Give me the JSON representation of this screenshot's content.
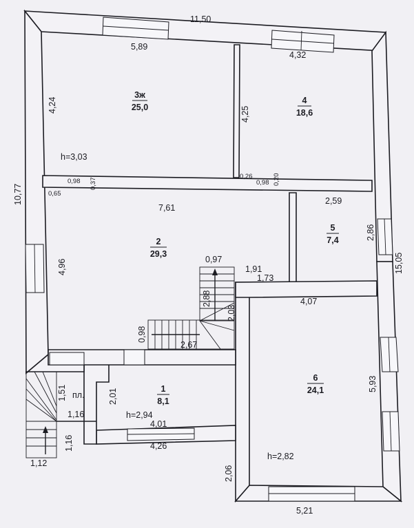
{
  "rooms": [
    {
      "num": "3ж",
      "area": "25,0"
    },
    {
      "num": "4",
      "area": "18,6"
    },
    {
      "num": "2",
      "area": "29,3"
    },
    {
      "num": "5",
      "area": "7,4"
    },
    {
      "num": "1",
      "area": "8,1"
    },
    {
      "num": "6",
      "area": "24,1"
    }
  ],
  "heights": {
    "h1": "h=3,03",
    "h2": "h=2,94",
    "h3": "h=2,82"
  },
  "labels": {
    "landing": "пл."
  },
  "dims": {
    "d_11_50": "11,50",
    "d_5_89": "5,89",
    "d_4_32": "4,32",
    "d_4_24": "4,24",
    "d_4_25": "4,25",
    "d_10_77": "10,77",
    "d_0_98a": "0,98",
    "d_0_37": "0,37",
    "d_0_65": "0,65",
    "d_0_26": "0,26",
    "d_0_98b": "0,98",
    "d_0_20": "0,20",
    "d_7_61": "7,61",
    "d_2_59": "2,59",
    "d_2_86": "2,86",
    "d_15_05": "15,05",
    "d_4_96": "4,96",
    "d_0_97": "0,97",
    "d_1_91": "1,91",
    "d_1_73": "1,73",
    "d_2_88": "2,88",
    "d_2_03": "2,03",
    "d_4_07": "4,07",
    "d_0_98c": "0,98",
    "d_2_67": "2,67",
    "d_1_51": "1,51",
    "d_2_01": "2,01",
    "d_1_16a": "1,16",
    "d_4_01": "4,01",
    "d_5_93": "5,93",
    "d_1_16b": "1,16",
    "d_4_26": "4,26",
    "d_1_12": "1,12",
    "d_2_06": "2,06",
    "d_5_21": "5,21"
  }
}
